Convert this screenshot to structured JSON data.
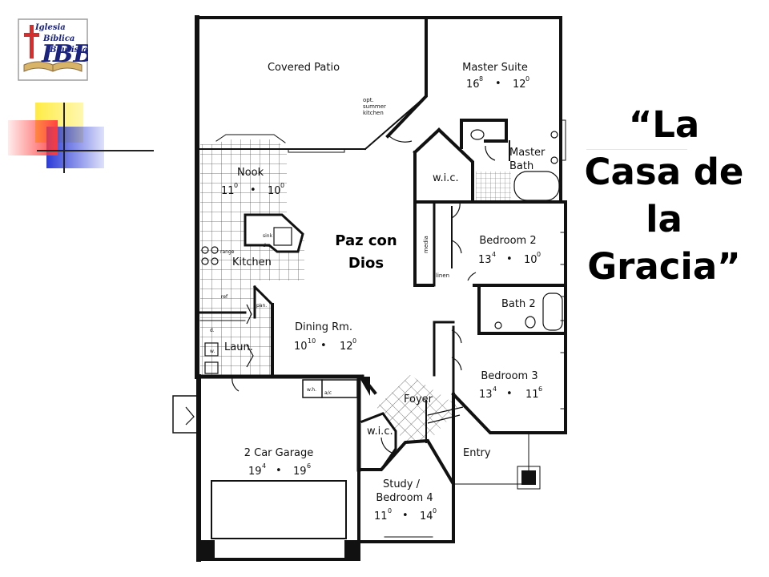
{
  "logo": {
    "line1": "Iglesia",
    "line2": "Bíblica",
    "line3": "Bautista",
    "monogram": "IBB",
    "colors": {
      "navy": "#1a237e",
      "red": "#d32f2f",
      "gold": "#d8b468"
    }
  },
  "decoration": {
    "colors": {
      "yellow": "#ffeb3b",
      "red": "#ff3b3b",
      "blue": "#2b3bd8"
    }
  },
  "title": {
    "lines": [
      "“La",
      "Casa de",
      "la",
      "Gracia”"
    ]
  },
  "floorplan": {
    "annotation": {
      "line1": "Paz con",
      "line2": "Dios"
    },
    "rooms": {
      "covered_patio": {
        "name": "Covered Patio"
      },
      "opt_kitchen": {
        "line1": "opt.",
        "line2": "summer",
        "line3": "kitchen"
      },
      "master_suite": {
        "name": "Master Suite",
        "w": "16",
        "w_in": "8",
        "sep": "•",
        "d": "12",
        "d_in": "0"
      },
      "master_bath": {
        "line1": "Master",
        "line2": "Bath"
      },
      "wic_master": {
        "name": "w.i.c."
      },
      "nook": {
        "name": "Nook",
        "w": "11",
        "w_in": "0",
        "sep": "•",
        "d": "10",
        "d_in": "0"
      },
      "kitchen": {
        "name": "Kitchen",
        "range": "range",
        "sink": "sink",
        "dw": "dw",
        "ref": "ref",
        "pan": "pan."
      },
      "media": {
        "name": "media"
      },
      "linen": {
        "name": "linen"
      },
      "bedroom2": {
        "name": "Bedroom 2",
        "w": "13",
        "w_in": "4",
        "sep": "•",
        "d": "10",
        "d_in": "0"
      },
      "bath2": {
        "name": "Bath 2"
      },
      "dining": {
        "name": "Dining Rm.",
        "w": "10",
        "w_in": "10",
        "sep": "•",
        "d": "12",
        "d_in": "0"
      },
      "laundry": {
        "name": "Laun.",
        "d": "d.",
        "w": "w."
      },
      "bedroom3": {
        "name": "Bedroom 3",
        "w": "13",
        "w_in": "4",
        "sep": "•",
        "d": "11",
        "d_in": "6"
      },
      "foyer": {
        "name": "Foyer"
      },
      "wh": {
        "name": "w.h."
      },
      "ac": {
        "name": "a/c"
      },
      "garage": {
        "name": "2 Car Garage",
        "w": "19",
        "w_in": "4",
        "sep": "•",
        "d": "19",
        "d_in": "6"
      },
      "wic_study": {
        "name": "w.i.c."
      },
      "entry": {
        "name": "Entry"
      },
      "study": {
        "line1": "Study /",
        "line2": "Bedroom 4",
        "w": "11",
        "w_in": "0",
        "sep": "•",
        "d": "14",
        "d_in": "0"
      }
    }
  }
}
